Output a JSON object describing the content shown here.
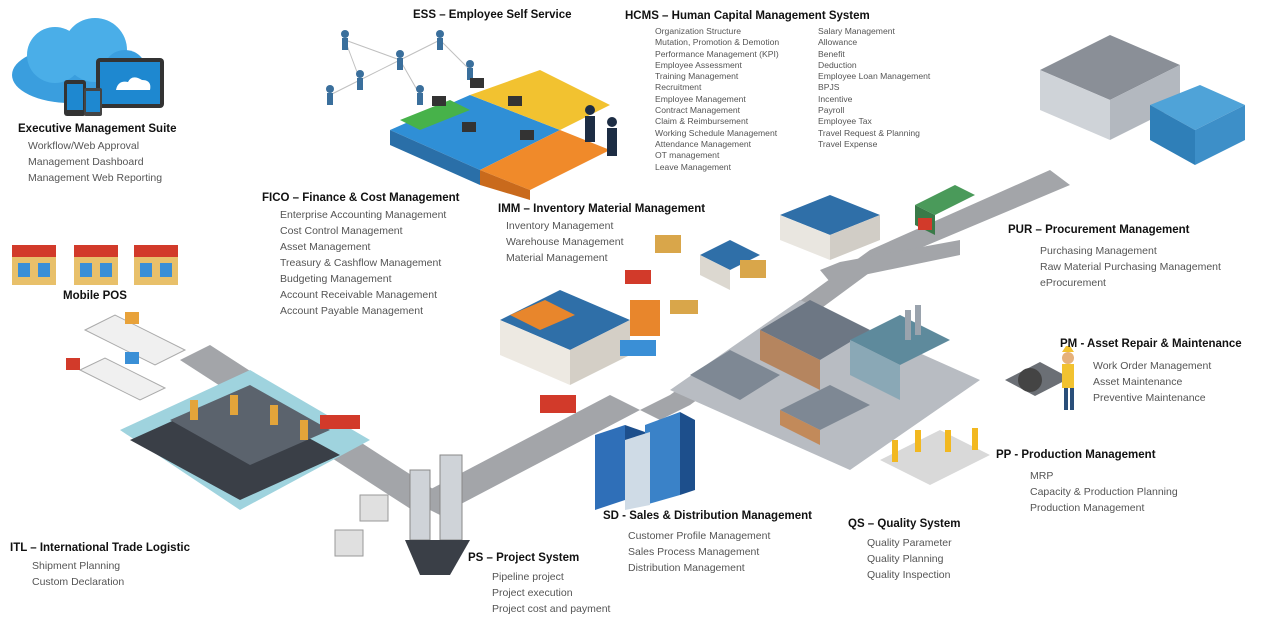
{
  "modules": {
    "ems": {
      "title": "Executive Management Suite",
      "items": [
        "Workflow/Web Approval",
        "Management  Dashboard",
        "Management  Web Reporting"
      ]
    },
    "ess": {
      "title": "ESS – Employee Self Service"
    },
    "hcms": {
      "title": "HCMS – Human Capital Management System",
      "col1": [
        "Organization Structure",
        "Mutation, Promotion & Demotion",
        "Performance Management (KPI)",
        "Employee Assessment",
        "Training Management",
        "Recruitment",
        "Employee Management",
        "Contract Management",
        "Claim & Reimbursement",
        "Working Schedule Management",
        "Attendance Management",
        "OT management",
        "Leave Management"
      ],
      "col2": [
        "Salary Management",
        "Allowance",
        "Benefit",
        "Deduction",
        "Employee Loan Management",
        "BPJS",
        "Incentive",
        "Payroll",
        "Employee Tax",
        "Travel Request & Planning",
        "Travel Expense"
      ]
    },
    "fico": {
      "title": "FICO – Finance & Cost Management",
      "items": [
        "Enterprise Accounting Management",
        "Cost Control Management",
        "Asset Management",
        "Treasury & Cashflow Management",
        "Budgeting Management",
        "Account Receivable Management",
        "Account Payable Management"
      ]
    },
    "imm": {
      "title": "IMM – Inventory Material Management",
      "items": [
        "Inventory Management",
        "Warehouse Management",
        "Material Management"
      ]
    },
    "pur": {
      "title": "PUR – Procurement Management",
      "items": [
        "Purchasing Management",
        "Raw Material Purchasing Management",
        "eProcurement"
      ]
    },
    "pos": {
      "title": "Mobile POS"
    },
    "pm": {
      "title": "PM - Asset Repair & Maintenance",
      "items": [
        "Work Order Management",
        "Asset Maintenance",
        "Preventive  Maintenance"
      ]
    },
    "pp": {
      "title": "PP - Production Management",
      "items": [
        "MRP",
        "Capacity & Production Planning",
        "Production Management"
      ]
    },
    "sd": {
      "title": "SD - Sales & Distribution Management",
      "items": [
        "Customer  Profile Management",
        "Sales Process Management",
        "Distribution Management"
      ]
    },
    "qs": {
      "title": "QS – Quality System",
      "items": [
        "Quality Parameter",
        "Quality Planning",
        "Quality Inspection"
      ]
    },
    "itl": {
      "title": "ITL – International Trade Logistic",
      "items": [
        "Shipment  Planning",
        "Custom Declaration"
      ]
    },
    "ps": {
      "title": "PS – Project System",
      "items": [
        "Pipeline project",
        "Project execution",
        "Project cost and payment"
      ]
    }
  },
  "colors": {
    "road": "#a3a5a9",
    "cloud": "#2a8fd0",
    "warehouse_roof": "#2f6fa8",
    "orange": "#e8862c",
    "puzzle_blue": "#2f8fd6",
    "puzzle_yellow": "#f2c230",
    "puzzle_green": "#47b24a",
    "puzzle_orange": "#f08a2a",
    "truck_red": "#d23a2a",
    "building": "#6f7f8f"
  }
}
